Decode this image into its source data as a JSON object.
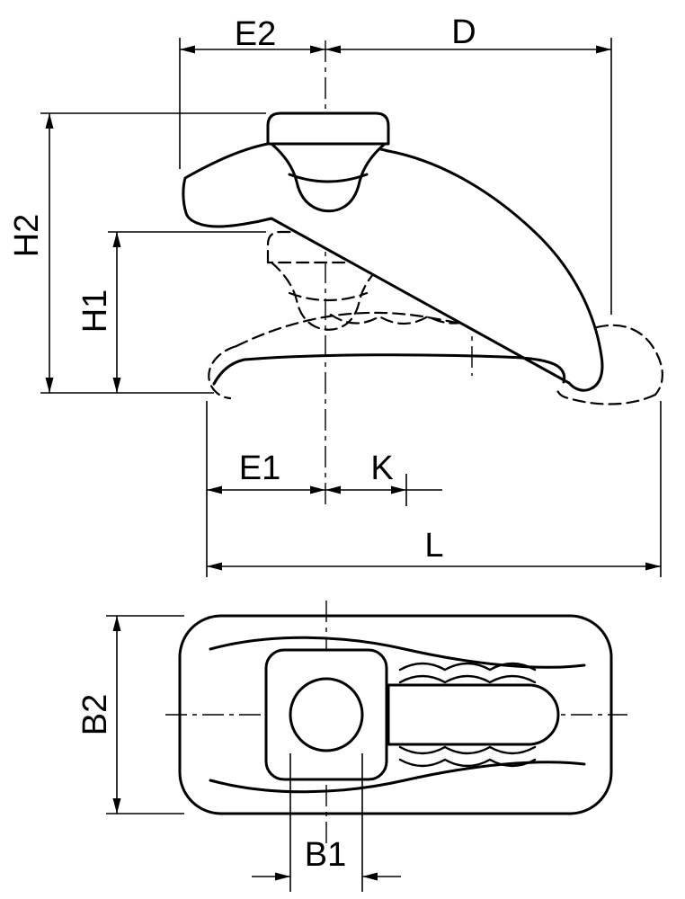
{
  "page": {
    "background": "#ffffff",
    "line_color": "#000000",
    "description": "Technical dimension drawing of a clamping claw, side view and top view"
  },
  "side_view": {
    "dim_e2": "E2",
    "dim_d": "D",
    "dim_h2": "H2",
    "dim_h1": "H1",
    "dim_e1": "E1",
    "dim_k": "K",
    "dim_l": "L"
  },
  "top_view": {
    "dim_b2": "B2",
    "dim_b1": "B1"
  }
}
